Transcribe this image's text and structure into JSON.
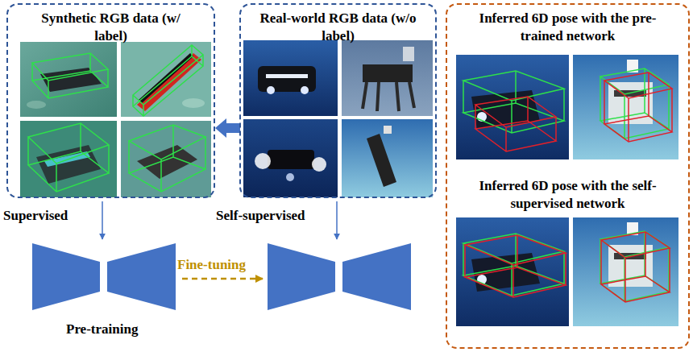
{
  "diagram": {
    "nodes": [
      {
        "text": [
          "Synthetic RGB data (w/ label)"
        ]
      },
      {
        "text": [
          "Real-world RGB data (w/o label)"
        ]
      },
      {
        "text": [
          "Inferred 6D pose with the pre-trained network",
          "Inferred 6D pose with the self-supervised network"
        ]
      }
    ],
    "edges": [
      {
        "from": 1,
        "to": 0,
        "arrow": "to"
      }
    ],
    "labels": [
      "Supervised",
      "Self-supervised",
      "Fine-tuning",
      "Pre-training"
    ]
  }
}
